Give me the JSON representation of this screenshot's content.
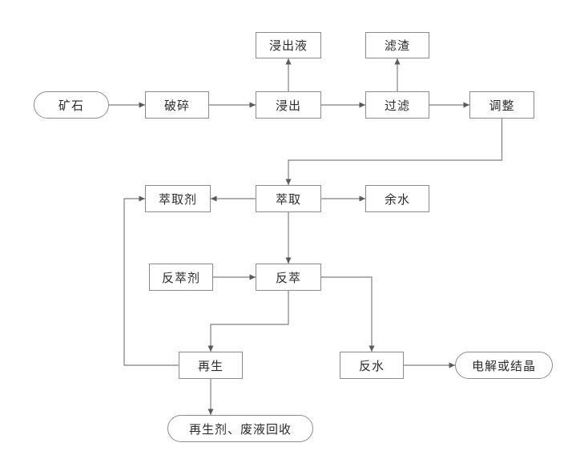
{
  "diagram_type": "process-flowchart",
  "colors": {
    "background": "#ffffff",
    "box_border": "#8c8c8c",
    "line": "#7f7f7f",
    "arrowhead": "#595959",
    "text": "#2b2b2b"
  },
  "nodes": {
    "ore": {
      "label": "矿石",
      "shape": "stadium"
    },
    "crush": {
      "label": "破碎",
      "shape": "rect"
    },
    "leachate": {
      "label": "浸出液",
      "shape": "rect"
    },
    "leach": {
      "label": "浸出",
      "shape": "rect"
    },
    "residue": {
      "label": "滤渣",
      "shape": "rect"
    },
    "filter": {
      "label": "过滤",
      "shape": "rect"
    },
    "adjust": {
      "label": "调整",
      "shape": "rect"
    },
    "extractant": {
      "label": "萃取剂",
      "shape": "rect"
    },
    "extract": {
      "label": "萃取",
      "shape": "rect"
    },
    "surplus_water": {
      "label": "余水",
      "shape": "rect"
    },
    "strip_agent": {
      "label": "反萃剂",
      "shape": "rect"
    },
    "strip": {
      "label": "反萃",
      "shape": "rect"
    },
    "regen": {
      "label": "再生",
      "shape": "rect"
    },
    "strip_water": {
      "label": "反水",
      "shape": "rect"
    },
    "electrolysis": {
      "label": "电解或结晶",
      "shape": "stadium"
    },
    "recovery": {
      "label": "再生剂、废液回收",
      "shape": "stadium"
    }
  },
  "edges": [
    {
      "from": "ore",
      "to": "crush"
    },
    {
      "from": "crush",
      "to": "leach"
    },
    {
      "from": "leach",
      "to": "leachate"
    },
    {
      "from": "leach",
      "to": "filter"
    },
    {
      "from": "filter",
      "to": "residue"
    },
    {
      "from": "filter",
      "to": "adjust"
    },
    {
      "from": "adjust",
      "to": "extract"
    },
    {
      "from": "extract",
      "to": "extractant"
    },
    {
      "from": "extract",
      "to": "surplus_water"
    },
    {
      "from": "extract",
      "to": "strip"
    },
    {
      "from": "strip_agent",
      "to": "strip"
    },
    {
      "from": "strip",
      "to": "regen"
    },
    {
      "from": "strip",
      "to": "strip_water"
    },
    {
      "from": "regen",
      "to": "extractant"
    },
    {
      "from": "regen",
      "to": "recovery"
    },
    {
      "from": "strip_water",
      "to": "electrolysis"
    }
  ]
}
